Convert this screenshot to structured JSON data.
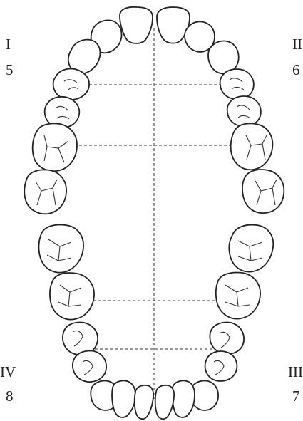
{
  "quadrants": {
    "upper_right": {
      "roman": "I",
      "number": "5"
    },
    "upper_left": {
      "roman": "II",
      "number": "6"
    },
    "lower_left": {
      "roman": "III",
      "number": "7"
    },
    "lower_right": {
      "roman": "IV",
      "number": "8"
    }
  }
}
